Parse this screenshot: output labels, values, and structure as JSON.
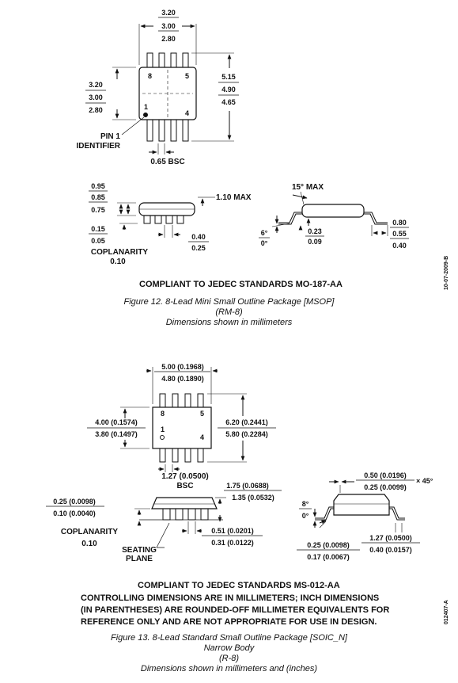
{
  "mso": {
    "top_width": [
      "3.20",
      "3.00",
      "2.80"
    ],
    "left_height": [
      "3.20",
      "3.00",
      "2.80"
    ],
    "right_height": [
      "5.15",
      "4.90",
      "4.65"
    ],
    "pin8": "8",
    "pin5": "5",
    "pin1": "1",
    "pin4": "4",
    "pin1_id_1": "PIN 1",
    "pin1_id_2": "IDENTIFIER",
    "pitch": "0.65 BSC",
    "side_left": [
      "0.95",
      "0.85",
      "0.75"
    ],
    "max_height": "1.10 MAX",
    "standoff": [
      "0.15",
      "0.05"
    ],
    "coplanarity": "COPLANARITY",
    "coplanarity_val": "0.10",
    "lead_width": [
      "0.40",
      "0.25"
    ],
    "angle_max": "15° MAX",
    "angle": [
      "6°",
      "0°"
    ],
    "lead_thick": [
      "0.23",
      "0.09"
    ],
    "foot": [
      "0.80",
      "0.55",
      "0.40"
    ],
    "compliant": "COMPLIANT TO JEDEC STANDARDS MO-187-AA",
    "fig_title": "Figure 12. 8-Lead Mini Small Outline Package [MSOP]",
    "fig_sub": "(RM-8)",
    "fig_dims": "Dimensions shown in millimeters",
    "side_date": "10-07-2009-B"
  },
  "soic": {
    "top_width": [
      "5.00 (0.1968)",
      "4.80 (0.1890)"
    ],
    "left_height": [
      "4.00 (0.1574)",
      "3.80 (0.1497)"
    ],
    "right_height": [
      "6.20 (0.2441)",
      "5.80 (0.2284)"
    ],
    "pin8": "8",
    "pin5": "5",
    "pin1": "1",
    "pin4": "4",
    "pitch_1": "1.27 (0.0500)",
    "pitch_2": "BSC",
    "max_height": [
      "1.75 (0.0688)",
      "1.35 (0.0532)"
    ],
    "standoff": [
      "0.25 (0.0098)",
      "0.10 (0.0040)"
    ],
    "coplanarity": "COPLANARITY",
    "coplanarity_val": "0.10",
    "seating_1": "SEATING",
    "seating_2": "PLANE",
    "lead_width": [
      "0.51 (0.0201)",
      "0.31 (0.0122)"
    ],
    "chamfer": [
      "0.50 (0.0196)",
      "0.25 (0.0099)"
    ],
    "chamfer_angle": "× 45°",
    "angle": [
      "8°",
      "0°"
    ],
    "lead_thick": [
      "0.25 (0.0098)",
      "0.17 (0.0067)"
    ],
    "foot": [
      "1.27 (0.0500)",
      "0.40 (0.0157)"
    ],
    "compliant": "COMPLIANT TO JEDEC STANDARDS MS-012-AA",
    "note_1": "CONTROLLING DIMENSIONS ARE IN MILLIMETERS; INCH DIMENSIONS",
    "note_2": "(IN PARENTHESES) ARE ROUNDED-OFF MILLIMETER EQUIVALENTS FOR",
    "note_3": "REFERENCE ONLY AND ARE NOT APPROPRIATE FOR USE IN DESIGN.",
    "fig_title": "Figure 13. 8-Lead Standard Small Outline Package [SOIC_N]",
    "fig_sub1": "Narrow Body",
    "fig_sub2": "(R-8)",
    "fig_dims": "Dimensions shown in millimeters and (inches)",
    "side_code": "012407-A"
  }
}
